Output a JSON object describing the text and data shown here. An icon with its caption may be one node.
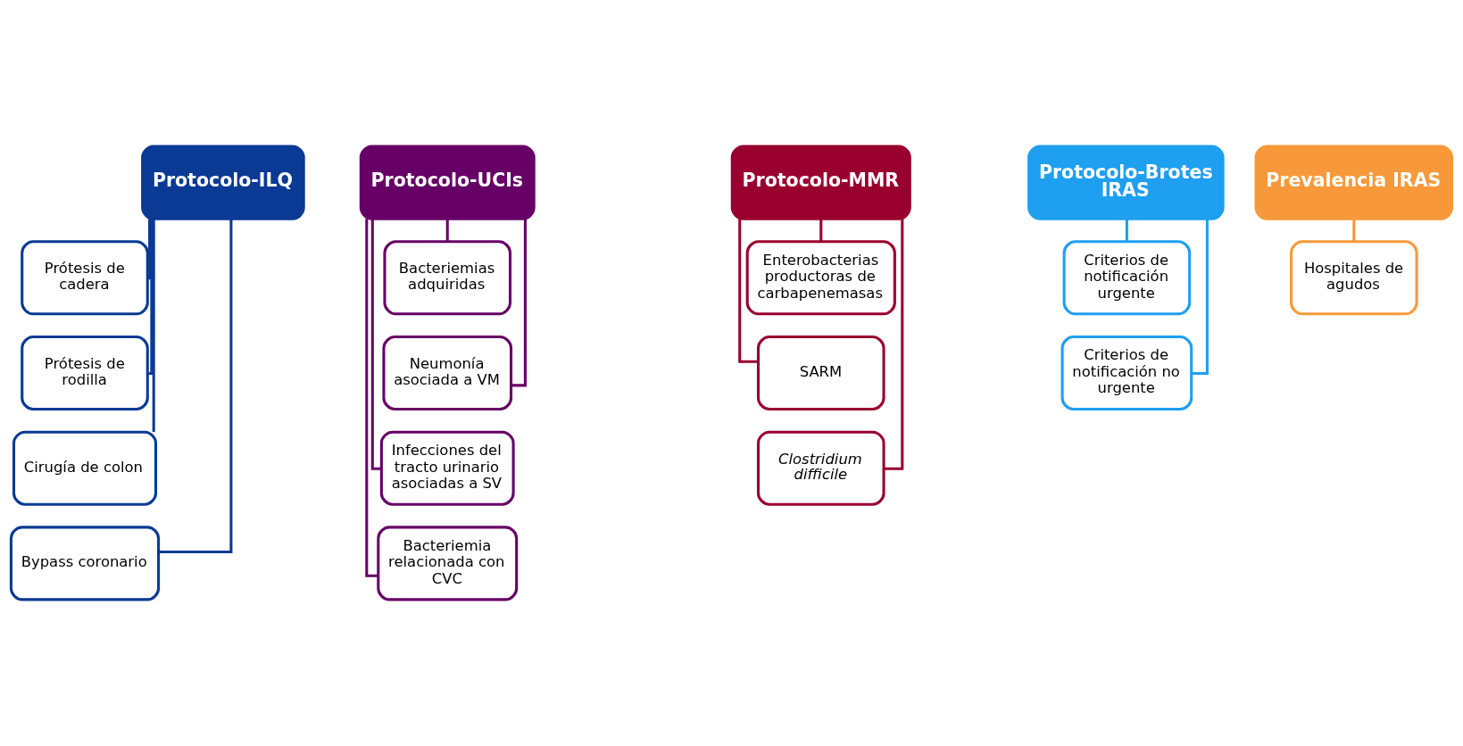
{
  "diagram": {
    "nodes": [
      {
        "text": [
          "Protocolo-ILQ"
        ]
      },
      {
        "text": [
          "Prótesis de cadera"
        ]
      },
      {
        "text": [
          "Prótesis de rodilla"
        ]
      },
      {
        "text": [
          "Cirugía de colon"
        ]
      },
      {
        "text": [
          "Bypass coronario"
        ]
      },
      {
        "text": [
          "Protocolo-UCIs"
        ]
      },
      {
        "text": [
          "Bacteriemias adquiridas"
        ]
      },
      {
        "text": [
          "Neumonía asociada a VM"
        ]
      },
      {
        "text": [
          "Infecciones del tracto urinario asociadas a SV"
        ]
      },
      {
        "text": [
          "Bacteriemia relacionada con CVC"
        ]
      },
      {
        "text": [
          "Protocolo-MMR"
        ]
      },
      {
        "text": [
          "Enterobacterias productoras de carbapenemasas"
        ]
      },
      {
        "text": [
          "SARM"
        ]
      },
      {
        "text": [
          "Clostridium difficile"
        ]
      },
      {
        "text": [
          "Protocolo-Brotes IRAS"
        ]
      },
      {
        "text": [
          "Criterios de notificación urgente"
        ]
      },
      {
        "text": [
          "Criterios de notificación no urgente"
        ]
      },
      {
        "text": [
          "Prevalencia IRAS"
        ]
      },
      {
        "text": [
          "Hospitales de agudos"
        ]
      }
    ],
    "edges": [
      {
        "from": 0,
        "to": 1,
        "arrow": "none",
        "color": "#0a3a94"
      },
      {
        "from": 0,
        "to": 2,
        "arrow": "none",
        "color": "#0a3a94"
      },
      {
        "from": 0,
        "to": 3,
        "arrow": "none",
        "color": "#0a3a94"
      },
      {
        "from": 0,
        "to": 4,
        "arrow": "none",
        "color": "#0a3a94"
      },
      {
        "from": 5,
        "to": 6,
        "arrow": "none",
        "color": "#660066"
      },
      {
        "from": 5,
        "to": 7,
        "arrow": "none",
        "color": "#660066"
      },
      {
        "from": 5,
        "to": 8,
        "arrow": "none",
        "color": "#660066"
      },
      {
        "from": 5,
        "to": 9,
        "arrow": "none",
        "color": "#660066"
      },
      {
        "from": 10,
        "to": 11,
        "arrow": "none",
        "color": "#99002f"
      },
      {
        "from": 10,
        "to": 12,
        "arrow": "none",
        "color": "#99002f"
      },
      {
        "from": 10,
        "to": 13,
        "arrow": "none",
        "color": "#99002f"
      },
      {
        "from": 14,
        "to": 15,
        "arrow": "none",
        "color": "#1e9ff0"
      },
      {
        "from": 14,
        "to": 16,
        "arrow": "none",
        "color": "#1e9ff0"
      },
      {
        "from": 17,
        "to": 18,
        "arrow": "none",
        "color": "#f7993a"
      }
    ]
  }
}
